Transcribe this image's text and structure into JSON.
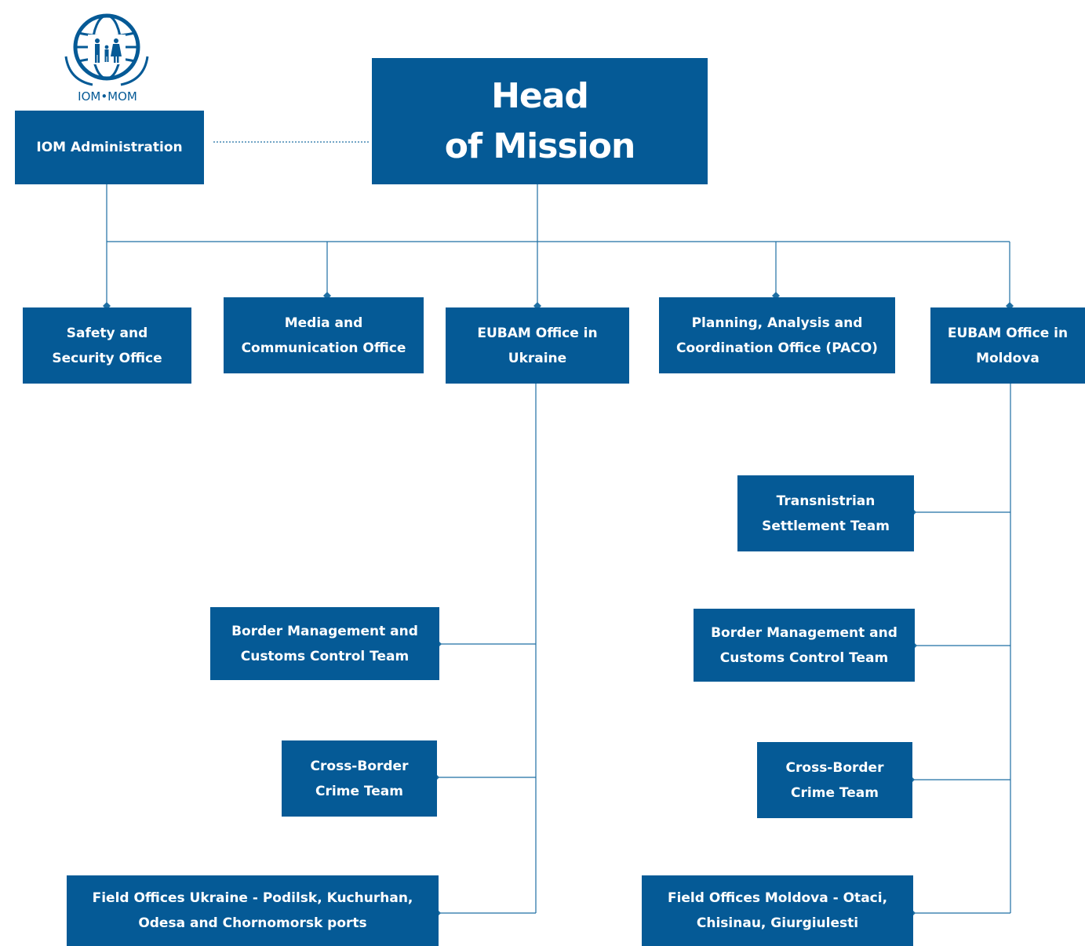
{
  "logo": {
    "text": "IOM•MOM"
  },
  "colors": {
    "box": "#055a96",
    "line": "#1f6fa3"
  },
  "nodes": {
    "head": "Head\nof Mission",
    "iom_admin": "IOM Administration",
    "safety": "Safety and\nSecurity Office",
    "media": "Media and\nCommunication Office",
    "eubam_ukraine": "EUBAM Office in\nUkraine",
    "paco": "Planning, Analysis and\nCoordination Office (PACO)",
    "eubam_moldova": "EUBAM Office in\nMoldova",
    "ua_border": "Border Management and\nCustoms Control Team",
    "ua_crime": "Cross-Border\nCrime Team",
    "ua_field": "Field Offices Ukraine - Podilsk, Kuchurhan,\nOdesa and Chornomorsk ports",
    "md_transnistrian": "Transnistrian\nSettlement Team",
    "md_border": "Border Management and\nCustoms Control Team",
    "md_crime": "Cross-Border\nCrime Team",
    "md_field": "Field Offices Moldova - Otaci,\nChisinau, Giurgiulesti"
  }
}
